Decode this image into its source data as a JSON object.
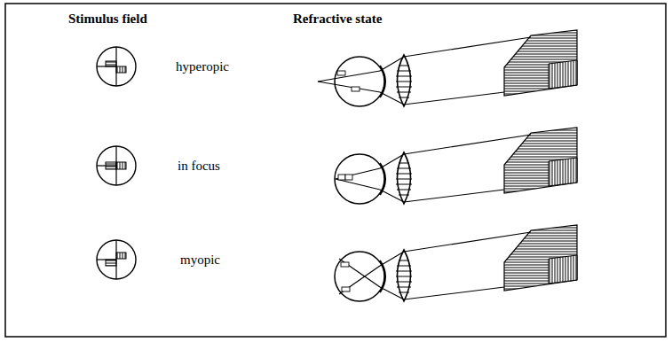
{
  "diagram": {
    "labels": [
      "Stimulus field",
      "Refractive state",
      "hyperopic",
      "in focus",
      "myopic"
    ]
  }
}
